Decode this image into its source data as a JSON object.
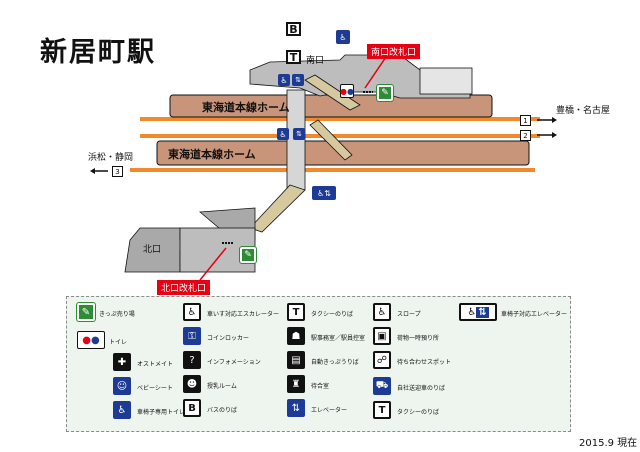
{
  "title": "新居町駅",
  "date": "2015.9 現在",
  "exits": {
    "south": "南口",
    "north": "北口"
  },
  "gates": {
    "south": "南口改札口",
    "north": "北口改札口"
  },
  "platforms": {
    "upper": "東海道本線ホーム",
    "lower": "東海道本線ホーム"
  },
  "directions": {
    "east": "豊橋・名古屋",
    "west": "浜松・静岡"
  },
  "tracks": [
    "1",
    "2",
    "3"
  ],
  "map_letters": {
    "bus": "B",
    "taxi": "T"
  },
  "legend": {
    "items": [
      {
        "icon": "ticket-office-icon",
        "label": "きっぷ売り場"
      },
      {
        "icon": "toilet-icon",
        "label": "トイレ"
      },
      {
        "icon": "ostomate-icon",
        "label": "オストメイト"
      },
      {
        "icon": "baby-seat-icon",
        "label": "ベビーシート"
      },
      {
        "icon": "accessible-toilet-icon",
        "label": "車椅子専用トイレ"
      },
      {
        "icon": "wheelchair-escalator-icon",
        "label": "車いす対応エスカレーター"
      },
      {
        "icon": "coin-locker-icon",
        "label": "コインロッカー"
      },
      {
        "icon": "information-icon",
        "label": "インフォメーション"
      },
      {
        "icon": "nursing-room-icon",
        "label": "授乳ルーム"
      },
      {
        "icon": "bus-stop-icon",
        "label": "バスのりば"
      },
      {
        "icon": "taxi-icon",
        "label": "タクシーのりば"
      },
      {
        "icon": "station-office-icon",
        "label": "駅事務室／駅員控室"
      },
      {
        "icon": "ticket-machine-icon",
        "label": "自動きっぷうりば"
      },
      {
        "icon": "waiting-room-icon",
        "label": "待合室"
      },
      {
        "icon": "elevator-icon",
        "label": "エレベーター"
      },
      {
        "icon": "slope-icon",
        "label": "スロープ"
      },
      {
        "icon": "baggage-icon",
        "label": "荷物一時預り所"
      },
      {
        "icon": "meeting-spot-icon",
        "label": "待ち合わせスポット"
      },
      {
        "icon": "pickup-icon",
        "label": "自社送迎車のりば"
      },
      {
        "icon": "taxi-icon-2",
        "label": "タクシーのりば"
      },
      {
        "icon": "wheelchair-elevator-icon",
        "label": "車椅子対応エレベーター"
      }
    ]
  },
  "colors": {
    "platform": "#c9957a",
    "track": "#f08a2c",
    "gate": "#e60012",
    "icon_blue": "#1d3b95",
    "icon_green": "#2e8b36",
    "legend_bg": "#eef5ee"
  }
}
